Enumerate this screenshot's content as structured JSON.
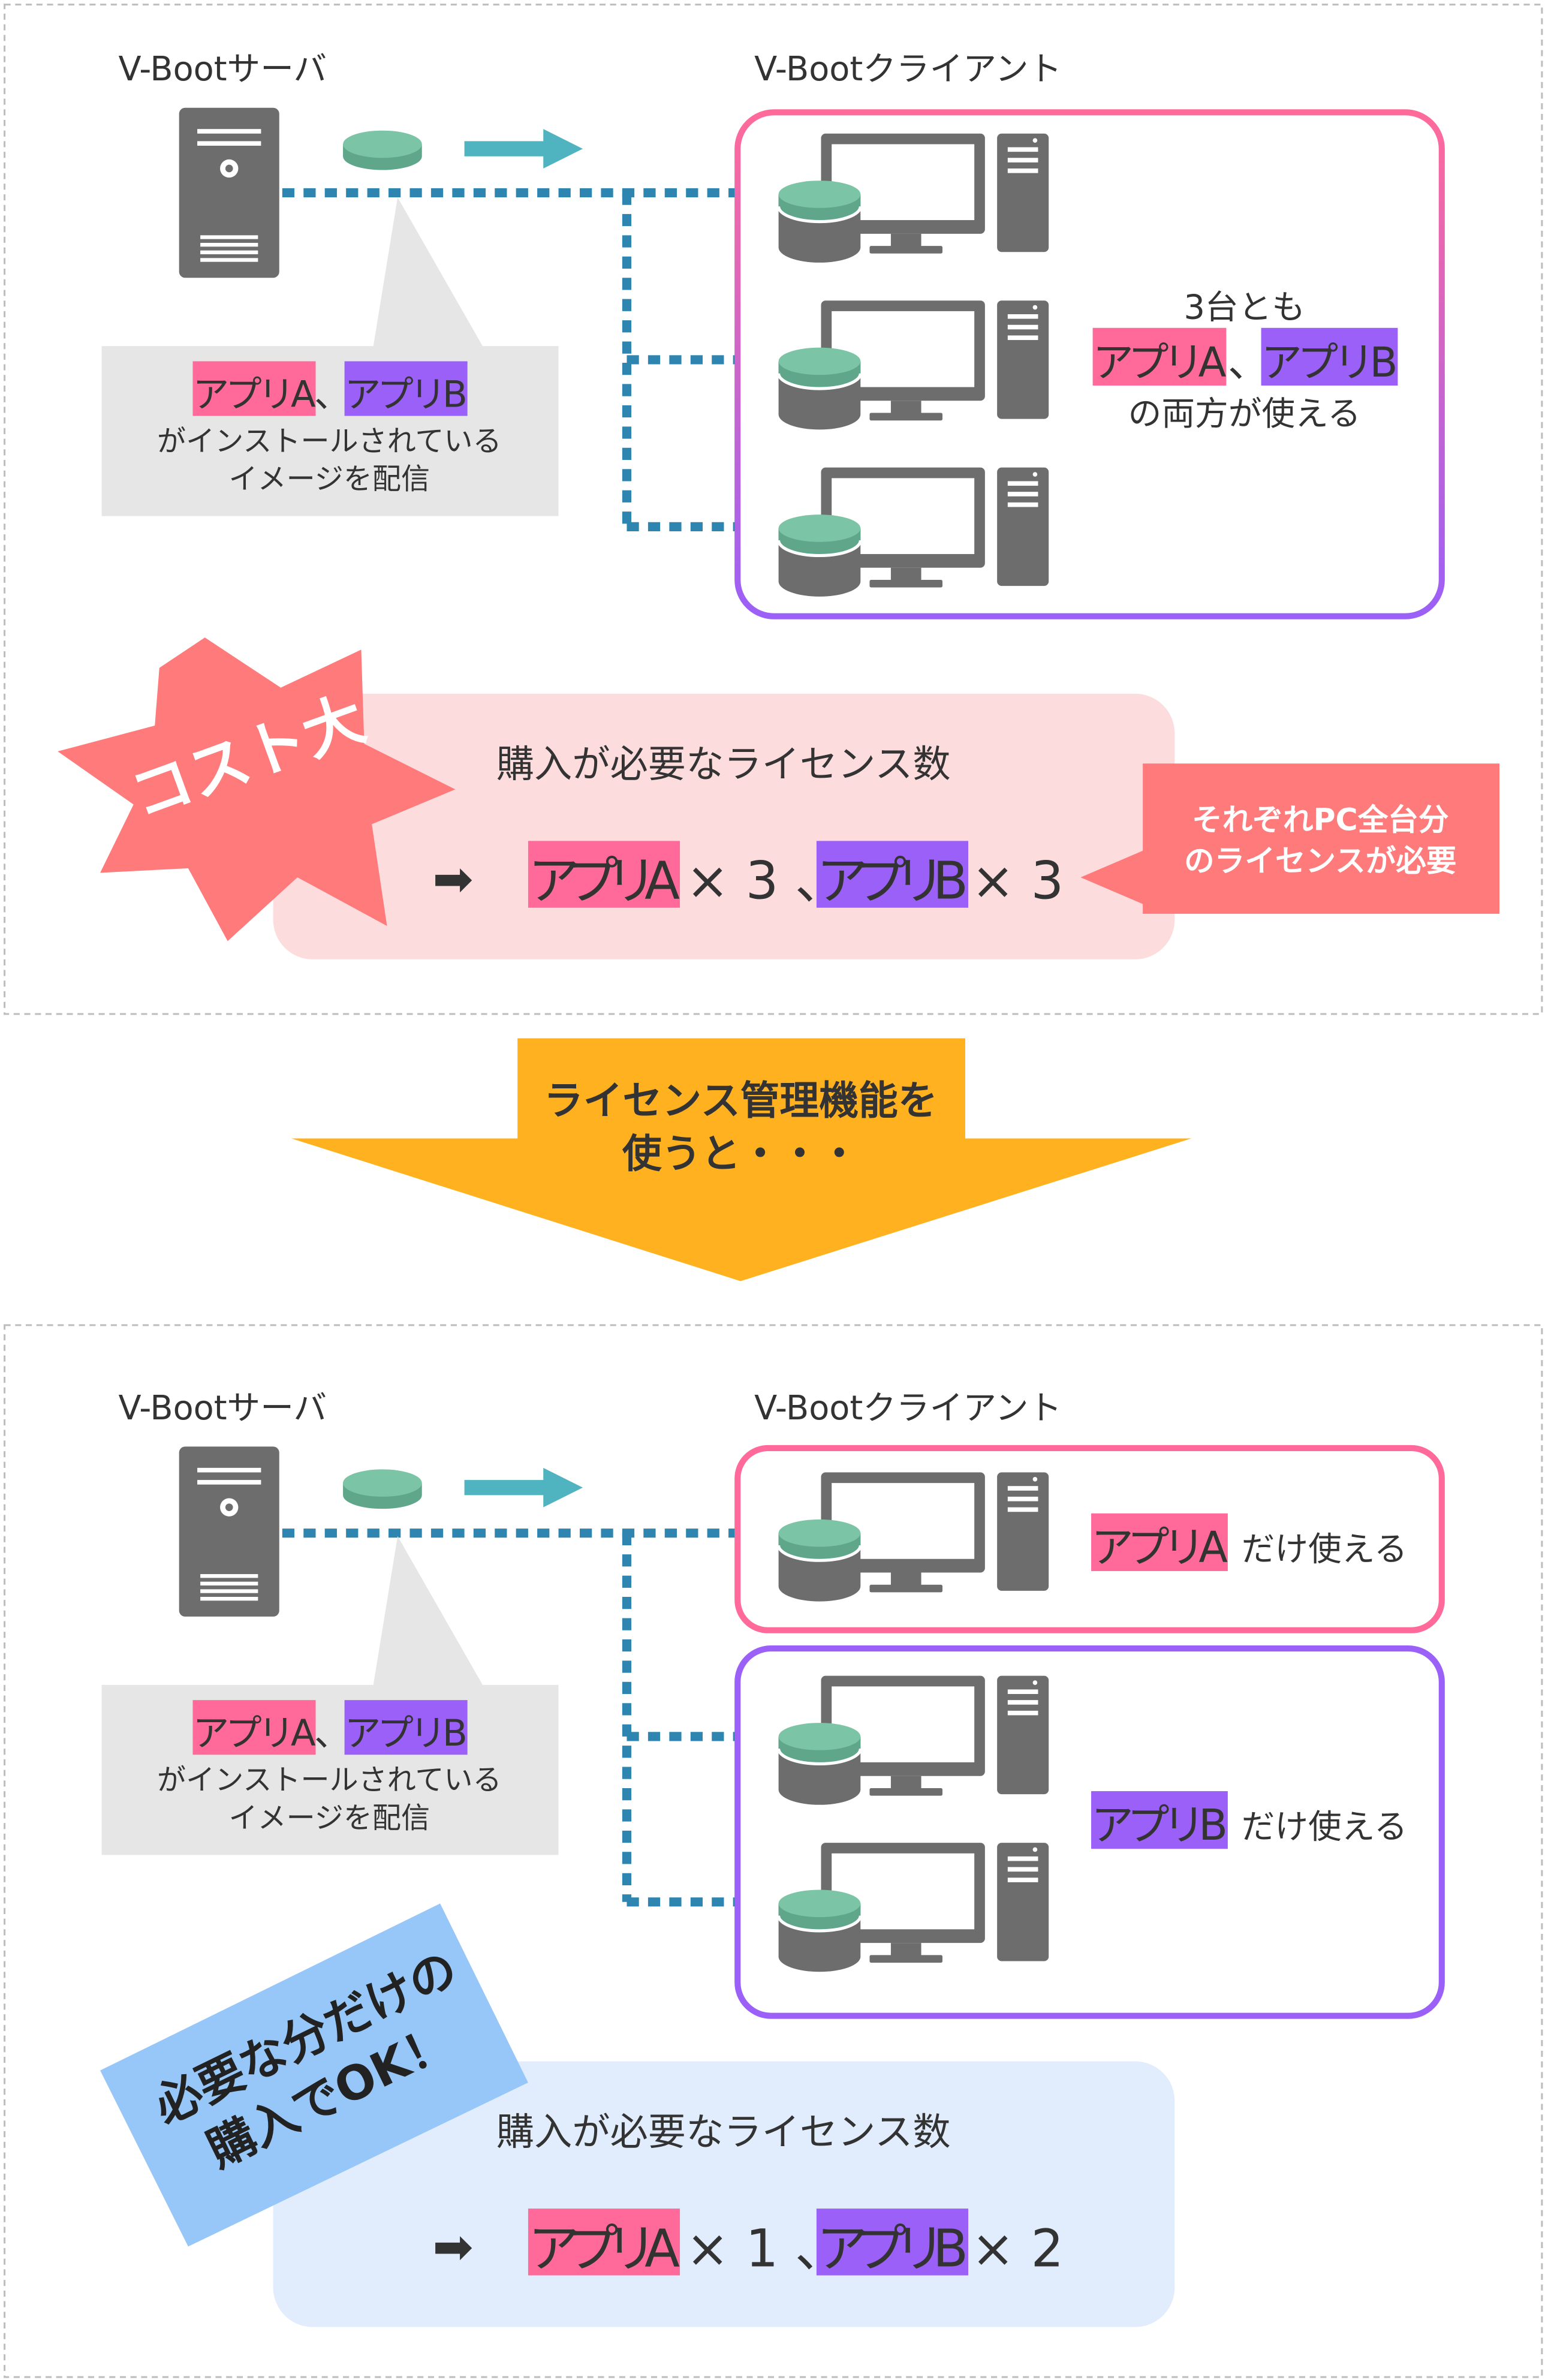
{
  "colors": {
    "pink": "#ff6a9a",
    "purple": "#9b60f7",
    "teal": "#7cc4a6",
    "dotted_line": "#2e86b0",
    "arrow_teal": "#4fb4c0",
    "device_gray": "#6d6d6d",
    "callout_gray": "#e6e6e6",
    "pink_panel": "#fddcde",
    "blue_panel": "#e1edfc",
    "burst_red": "#ff7b7b",
    "blue_badge": "#97c7f8",
    "orange_arrow": "#ffb11f"
  },
  "icons": [
    "server-icon",
    "disk-image-icon",
    "right-arrow-icon",
    "monitor-icon",
    "pc-tower-icon",
    "hard-disk-icon",
    "black-arrow-icon"
  ],
  "top": {
    "server_label": "V-Bootサーバ",
    "client_label": "V-Bootクライアント",
    "callout": {
      "app_a": "アプリA",
      "sep": "、",
      "app_b": "アプリB",
      "line2": "がインストールされている",
      "line3": "イメージを配信"
    },
    "clients_note": {
      "line1": "3台とも",
      "app_a": "アプリA",
      "sep": "、",
      "app_b": "アプリB",
      "line3": "の両方が使える"
    },
    "burst_text": "コスト大",
    "panel_title": "購入が必要なライセンス数",
    "formula": {
      "arrow": "➡",
      "app_a": "アプリA",
      "mid": "× 3 、",
      "app_b": "アプリB",
      "end": "× 3"
    },
    "note": {
      "line1": "それぞれPC全台分",
      "line2": "のライセンスが必要"
    }
  },
  "middle_arrow": {
    "line1": "ライセンス管理機能を",
    "line2": "使うと・・・"
  },
  "bottom": {
    "server_label": "V-Bootサーバ",
    "client_label": "V-Bootクライアント",
    "callout": {
      "app_a": "アプリA",
      "sep": "、",
      "app_b": "アプリB",
      "line2": "がインストールされている",
      "line3": "イメージを配信"
    },
    "group_a": {
      "app": "アプリA",
      "suffix": "だけ使える"
    },
    "group_b": {
      "app": "アプリB",
      "suffix": "だけ使える"
    },
    "badge": {
      "line1": "必要な分だけの",
      "line2": "購入でOK！"
    },
    "panel_title": "購入が必要なライセンス数",
    "formula": {
      "arrow": "➡",
      "app_a": "アプリA",
      "mid": "× 1 、",
      "app_b": "アプリB",
      "end": "× 2"
    }
  }
}
